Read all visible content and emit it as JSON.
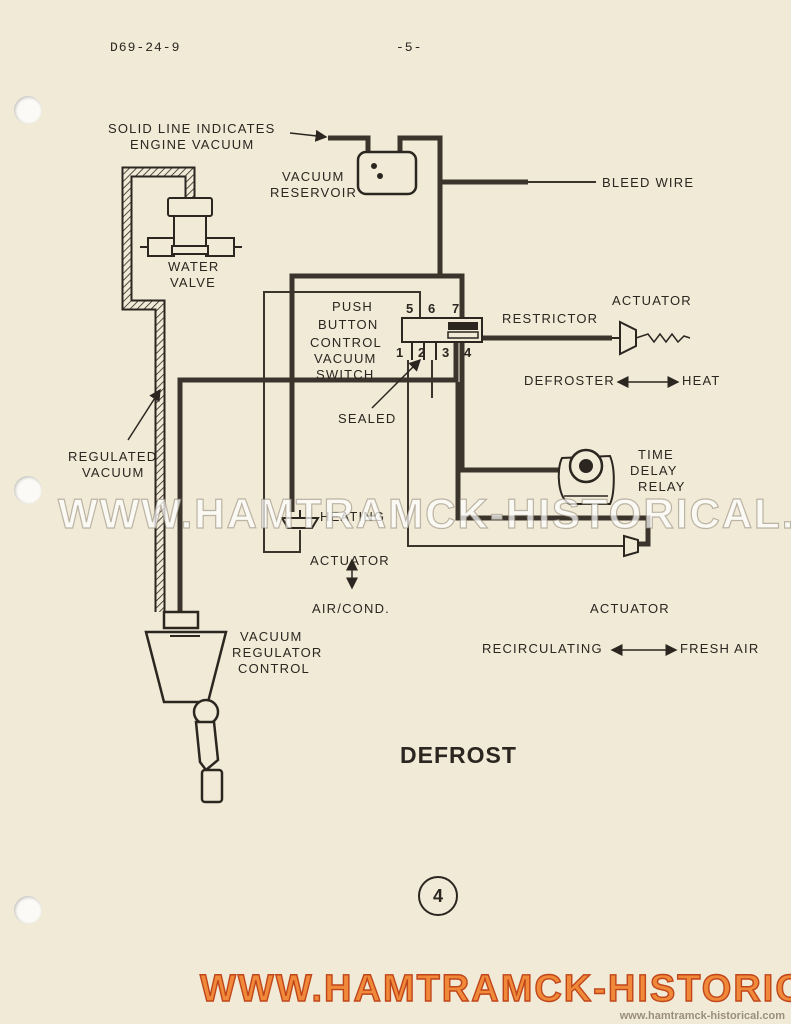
{
  "header": {
    "doc_number": "D69-24-9",
    "page_number": "-5-"
  },
  "diagram": {
    "title": "DEFROST",
    "figure_number": "4",
    "labels": {
      "solid_line_1": "SOLID LINE INDICATES",
      "solid_line_2": "ENGINE VACUUM",
      "vacuum_reservoir_1": "VACUUM",
      "vacuum_reservoir_2": "RESERVOIR",
      "bleed_wire": "BLEED WIRE",
      "water_valve_1": "WATER",
      "water_valve_2": "VALVE",
      "push_button_1": "PUSH",
      "push_button_2": "BUTTON",
      "push_button_3": "CONTROL",
      "push_button_4": "VACUUM",
      "push_button_5": "SWITCH",
      "port_5": "5",
      "port_6": "6",
      "port_7": "7",
      "port_1": "1",
      "port_2": "2",
      "port_3": "3",
      "port_4": "4",
      "restrictor": "RESTRICTOR",
      "actuator_top": "ACTUATOR",
      "defroster": "DEFROSTER",
      "heat": "HEAT",
      "sealed": "SEALED",
      "regulated_1": "REGULATED",
      "regulated_2": "VACUUM",
      "time_delay_1": "TIME",
      "time_delay_2": "DELAY",
      "time_delay_3": "RELAY",
      "heating": "HEATING",
      "actuator_mid": "ACTUATOR",
      "air_cond": "AIR/COND.",
      "actuator_right": "ACTUATOR",
      "recirculating": "RECIRCULATING",
      "fresh_air": "FRESH AIR",
      "vacuum_regulator_1": "VACUUM",
      "vacuum_regulator_2": "REGULATOR",
      "vacuum_regulator_3": "CONTROL"
    }
  },
  "watermarks": {
    "middle": "WWW.HAMTRAMCK-HISTORICAL.COM",
    "bottom": "WWW.HAMTRAMCK-HISTORICAL.COM",
    "small": "www.hamtramck-historical.com"
  }
}
